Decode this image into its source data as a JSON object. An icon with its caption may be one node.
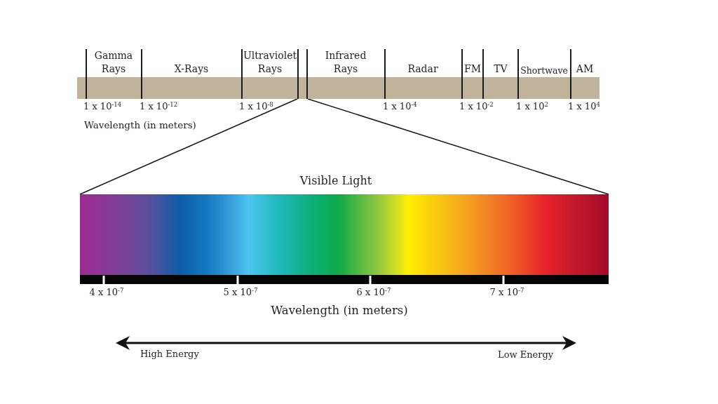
{
  "diagram": {
    "nodes": [
      {
        "text": [],
        "shape": "bar"
      },
      {
        "text": [
          "Visible Light"
        ]
      }
    ],
    "edges": [
      {
        "from": 0,
        "to": 1,
        "arrow": "none"
      },
      {
        "from": 0,
        "to": 1,
        "arrow": "none"
      }
    ],
    "labels": [
      "Gamma Rays",
      "X-Rays",
      "Ultraviolet Rays",
      "Infrared Rays",
      "Radar",
      "FM",
      "TV",
      "Shortwave",
      "AM",
      "1 x 10$^{-14}$",
      "1 x 10$^{-12}$",
      "1 x 10$^{-8}$",
      "1 x 10$^{-4}$",
      "1 x 10$^{-2}$",
      "1 x 10$^{2}$",
      "1 x 10$^{4}$",
      "Wavelength (in meters)",
      "4 x 10$^{-7}$",
      "5 x 10$^{-7}$",
      "6 x 10$^{-7}$",
      "7 x 10$^{-7}$",
      "Wavelength (in meters)",
      "High Energy",
      "Low Energy"
    ]
  }
}
